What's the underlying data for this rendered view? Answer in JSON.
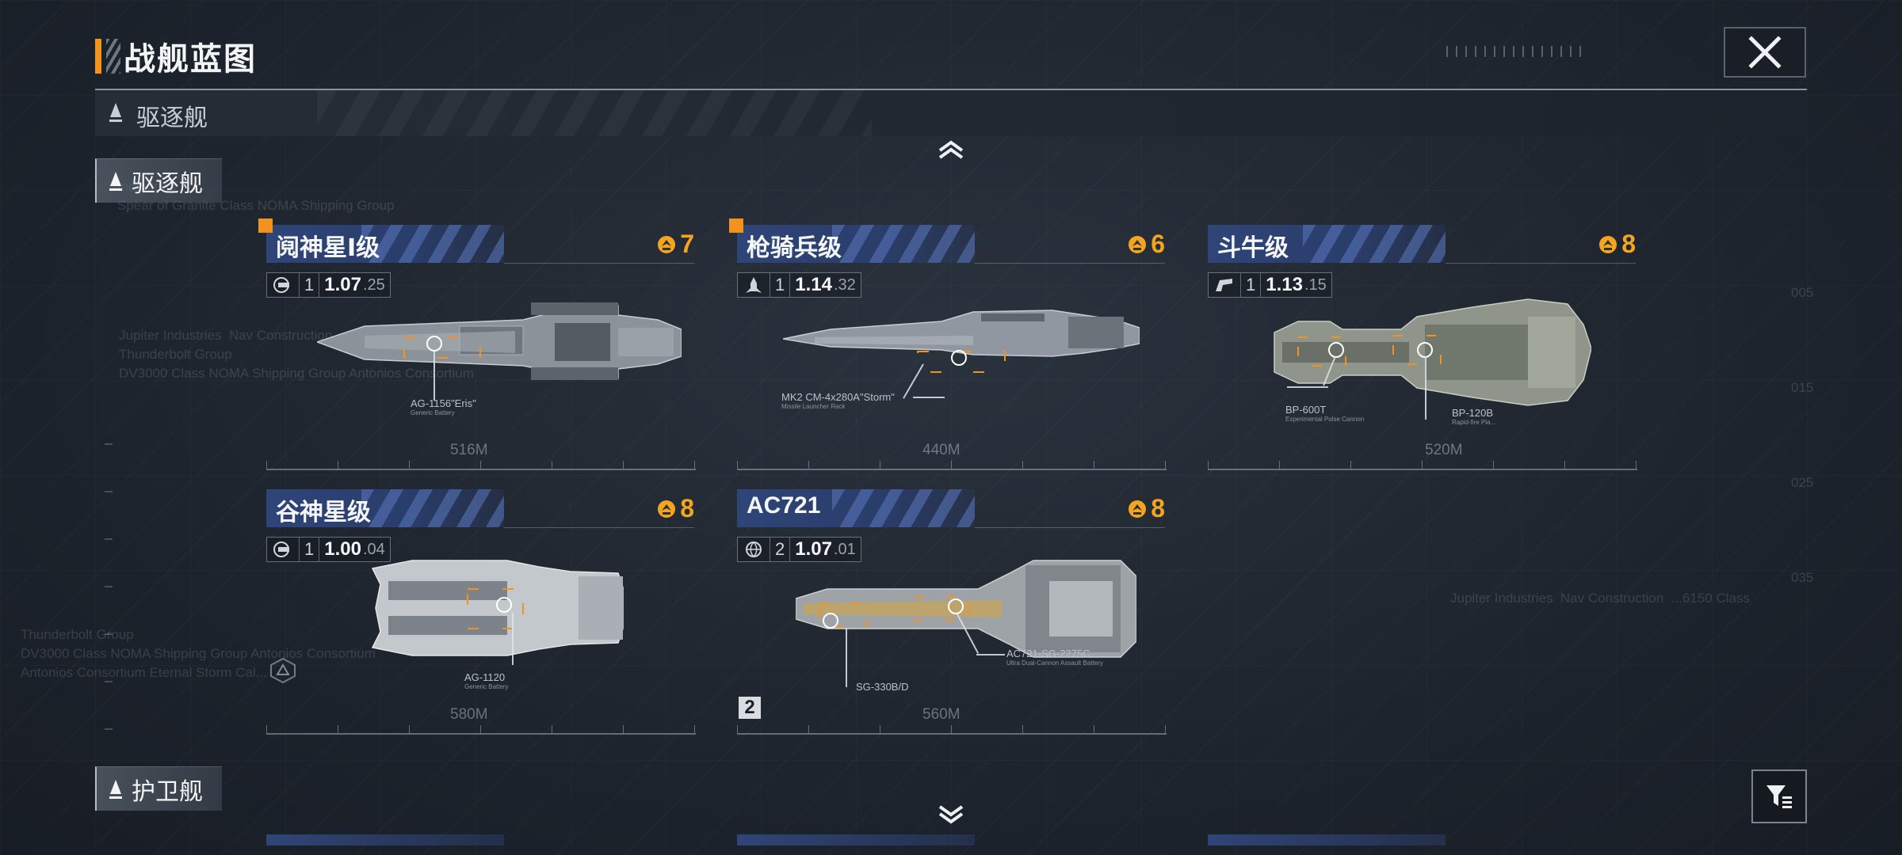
{
  "page": {
    "title": "战舰蓝图"
  },
  "header": {
    "close_icon": "close-icon"
  },
  "category_bar": {
    "label": "驱逐舰",
    "icon": "ship-triangle-icon"
  },
  "sections": [
    {
      "label": "驱逐舰",
      "icon": "ship-triangle-icon"
    },
    {
      "label": "护卫舰",
      "icon": "ship-triangle-icon"
    }
  ],
  "cards": [
    {
      "name": "阋神星I级",
      "cost": "7",
      "cost_icon": "command-point-icon",
      "new_marker": true,
      "stat_icon": "carrier-icon",
      "tier": "1",
      "stat_big": "1.07",
      "stat_small": ".25",
      "length": "516M",
      "callouts": [
        {
          "text": "AG-1156\"Eris\"",
          "sub": "Generic Battery"
        }
      ]
    },
    {
      "name": "枪骑兵级",
      "cost": "6",
      "cost_icon": "command-point-icon",
      "new_marker": true,
      "stat_icon": "missile-icon",
      "tier": "1",
      "stat_big": "1.14",
      "stat_small": ".32",
      "length": "440M",
      "callouts": [
        {
          "text": "MK2 CM-4x280A\"Storm\"",
          "sub": "Missile Launcher Rack"
        }
      ]
    },
    {
      "name": "斗牛级",
      "cost": "8",
      "cost_icon": "command-point-icon",
      "new_marker": false,
      "stat_icon": "cannon-icon",
      "tier": "1",
      "stat_big": "1.13",
      "stat_small": ".15",
      "length": "520M",
      "callouts": [
        {
          "text": "BP-600T",
          "sub": "Experimental Pulse Cannon"
        },
        {
          "text": "BP-120B",
          "sub": "Rapid-fire Pla..."
        }
      ]
    },
    {
      "name": "谷神星级",
      "cost": "8",
      "cost_icon": "command-point-icon",
      "new_marker": false,
      "stat_icon": "carrier-icon",
      "tier": "1",
      "stat_big": "1.00",
      "stat_small": ".04",
      "length": "580M",
      "callouts": [
        {
          "text": "AG-1120",
          "sub": "Generic Battery"
        }
      ]
    },
    {
      "name": "AC721",
      "cost": "8",
      "cost_icon": "command-point-icon",
      "new_marker": false,
      "stat_icon": "globe-icon",
      "tier": "2",
      "stat_big": "1.07",
      "stat_small": ".01",
      "length": "560M",
      "count_badge": "2",
      "callouts": [
        {
          "text": "SG-330B/D",
          "sub": ""
        },
        {
          "text": "AC721-SG-2275C",
          "sub": "Ultra Dual-Cannon Assault Battery"
        }
      ]
    }
  ],
  "background_text": {
    "a": "Industries\nSpear of Granite Class NOMA Shipping Group",
    "b": "Jupiter Industries  Nav Construction\nThunderbolt Group\nDV3000 Class NOMA Shipping Group Antonios Consortium",
    "c": "Thunderbolt Group\nDV3000 Class NOMA Shipping Group Antonios Consortium\nAntonios Consortium Eternal Storm Cal...",
    "d": "Jupiter Industries  Nav Construction  ...6150 Class"
  },
  "scale_labels": [
    "005",
    "015",
    "025",
    "035"
  ],
  "controls": {
    "scroll_up_icon": "chevron-up-icon",
    "scroll_down_icon": "double-chevron-down-icon",
    "filter_icon": "filter-icon"
  },
  "colors": {
    "accent": "#f3931f",
    "cost": "#f3a51f",
    "name_band": "#2f4578",
    "bg": "#1f2630"
  }
}
